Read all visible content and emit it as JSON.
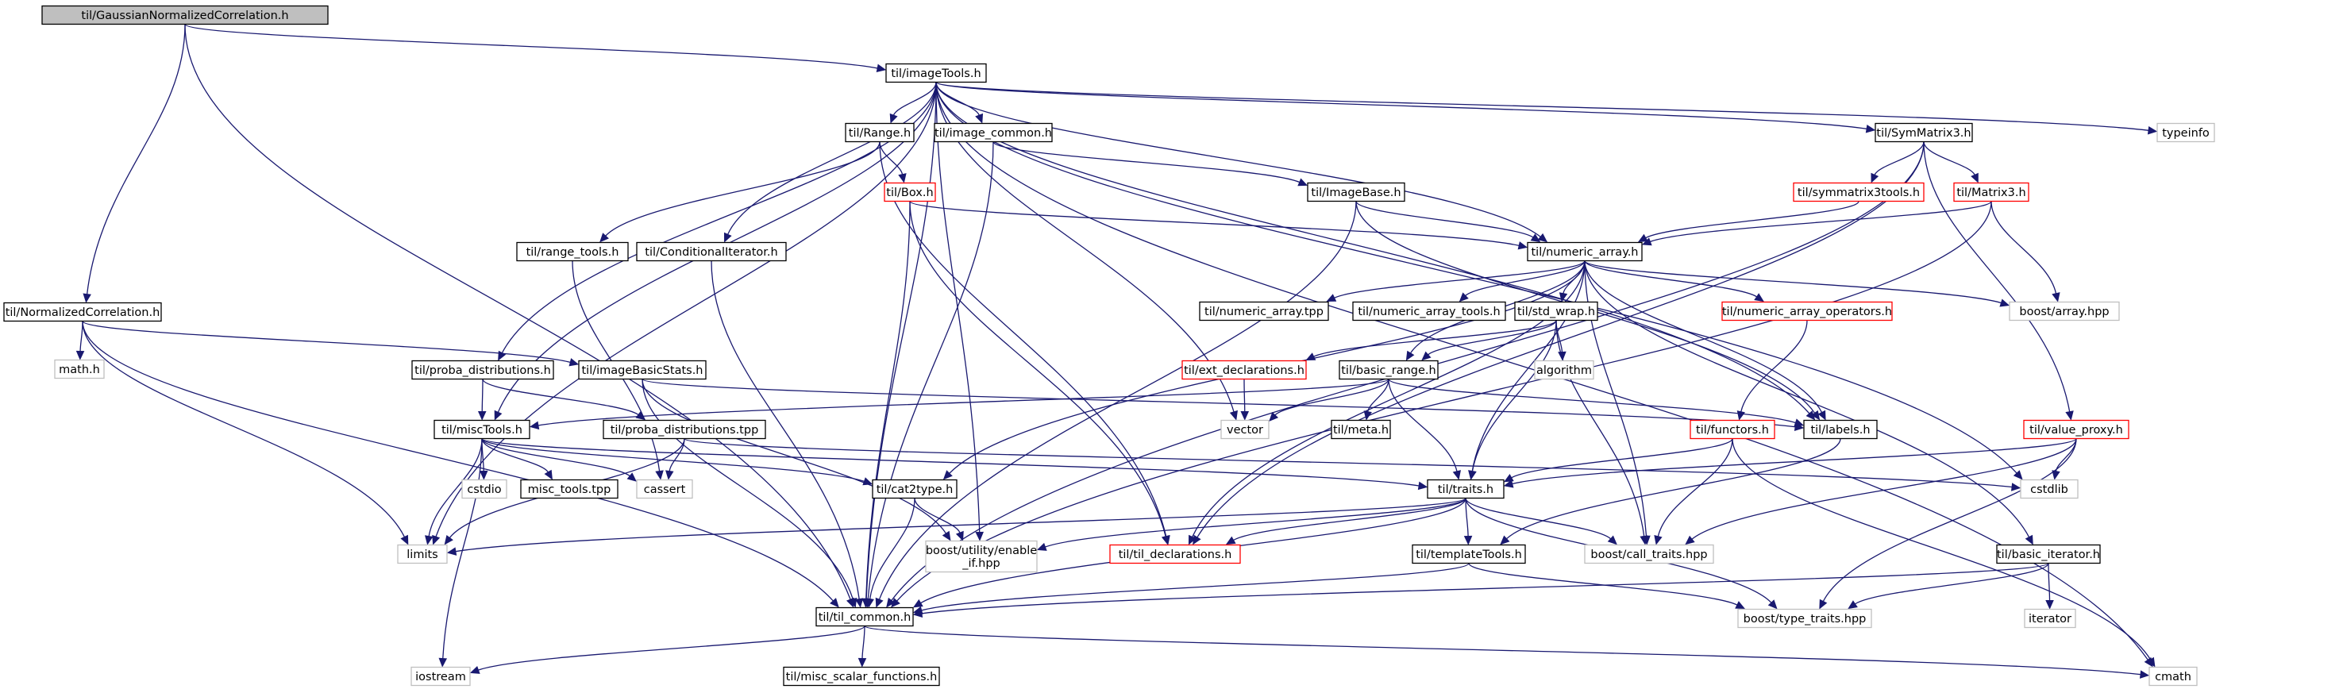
{
  "colors": {
    "edge": "#191970",
    "border_doc": "#000000",
    "border_undoc": "#ff0000",
    "border_external": "#bfbfbf",
    "fill_root": "#bfbfbf",
    "fill_node": "#ffffff",
    "text": "#000000"
  },
  "nodes": [
    {
      "id": "gnc",
      "label": "til/GaussianNormalizedCorrelation.h",
      "kind": "root"
    },
    {
      "id": "imagetools",
      "label": "til/imageTools.h",
      "kind": "doc"
    },
    {
      "id": "normcorr",
      "label": "til/NormalizedCorrelation.h",
      "kind": "doc"
    },
    {
      "id": "mathh",
      "label": "math.h",
      "kind": "ext"
    },
    {
      "id": "range",
      "label": "til/Range.h",
      "kind": "doc"
    },
    {
      "id": "imagecommon",
      "label": "til/image_common.h",
      "kind": "doc"
    },
    {
      "id": "symmatrix3",
      "label": "til/SymMatrix3.h",
      "kind": "doc"
    },
    {
      "id": "typeinfo",
      "label": "typeinfo",
      "kind": "ext"
    },
    {
      "id": "box",
      "label": "til/Box.h",
      "kind": "undoc"
    },
    {
      "id": "imagebase",
      "label": "til/ImageBase.h",
      "kind": "doc"
    },
    {
      "id": "symtools",
      "label": "til/symmatrix3tools.h",
      "kind": "undoc"
    },
    {
      "id": "matrix3",
      "label": "til/Matrix3.h",
      "kind": "undoc"
    },
    {
      "id": "rangetools",
      "label": "til/range_tools.h",
      "kind": "doc"
    },
    {
      "id": "conditer",
      "label": "til/ConditionalIterator.h",
      "kind": "doc"
    },
    {
      "id": "numarray",
      "label": "til/numeric_array.h",
      "kind": "doc"
    },
    {
      "id": "numtpp",
      "label": "til/numeric_array.tpp",
      "kind": "doc"
    },
    {
      "id": "numtools",
      "label": "til/numeric_array_tools.h",
      "kind": "doc"
    },
    {
      "id": "stdwrap",
      "label": "til/std_wrap.h",
      "kind": "doc"
    },
    {
      "id": "numops",
      "label": "til/numeric_array_operators.h",
      "kind": "undoc"
    },
    {
      "id": "boostarray",
      "label": "boost/array.hpp",
      "kind": "ext"
    },
    {
      "id": "probadist",
      "label": "til/proba_distributions.h",
      "kind": "doc"
    },
    {
      "id": "imagebasic",
      "label": "til/imageBasicStats.h",
      "kind": "doc"
    },
    {
      "id": "extdecl",
      "label": "til/ext_declarations.h",
      "kind": "undoc"
    },
    {
      "id": "basicrange",
      "label": "til/basic_range.h",
      "kind": "doc"
    },
    {
      "id": "algorithm",
      "label": "algorithm",
      "kind": "ext"
    },
    {
      "id": "misctools",
      "label": "til/miscTools.h",
      "kind": "doc"
    },
    {
      "id": "probatpp",
      "label": "til/proba_distributions.tpp",
      "kind": "doc"
    },
    {
      "id": "vector",
      "label": "vector",
      "kind": "ext"
    },
    {
      "id": "meta",
      "label": "til/meta.h",
      "kind": "doc"
    },
    {
      "id": "functors",
      "label": "til/functors.h",
      "kind": "undoc"
    },
    {
      "id": "labels",
      "label": "til/labels.h",
      "kind": "doc"
    },
    {
      "id": "valueproxy",
      "label": "til/value_proxy.h",
      "kind": "undoc"
    },
    {
      "id": "cstdio",
      "label": "cstdio",
      "kind": "ext"
    },
    {
      "id": "misctpp",
      "label": "misc_tools.tpp",
      "kind": "doc"
    },
    {
      "id": "cassert",
      "label": "cassert",
      "kind": "ext"
    },
    {
      "id": "cat2type",
      "label": "til/cat2type.h",
      "kind": "doc"
    },
    {
      "id": "traits",
      "label": "til/traits.h",
      "kind": "doc"
    },
    {
      "id": "cstdlib",
      "label": "cstdlib",
      "kind": "ext"
    },
    {
      "id": "limits",
      "label": "limits",
      "kind": "ext"
    },
    {
      "id": "enableif",
      "label": "boost/utility/enable\n_if.hpp",
      "kind": "ext"
    },
    {
      "id": "tildecl",
      "label": "til/til_declarations.h",
      "kind": "undoc"
    },
    {
      "id": "templatetools",
      "label": "til/templateTools.h",
      "kind": "doc"
    },
    {
      "id": "calltraits",
      "label": "boost/call_traits.hpp",
      "kind": "ext"
    },
    {
      "id": "basiciter",
      "label": "til/basic_iterator.h",
      "kind": "doc"
    },
    {
      "id": "tilcommon",
      "label": "til/til_common.h",
      "kind": "doc"
    },
    {
      "id": "typetraits",
      "label": "boost/type_traits.hpp",
      "kind": "ext"
    },
    {
      "id": "iterator",
      "label": "iterator",
      "kind": "ext"
    },
    {
      "id": "iostream",
      "label": "iostream",
      "kind": "ext"
    },
    {
      "id": "miscscalar",
      "label": "til/misc_scalar_functions.h",
      "kind": "doc"
    },
    {
      "id": "cmath",
      "label": "cmath",
      "kind": "ext"
    }
  ],
  "edges": [
    [
      "gnc",
      "imagetools"
    ],
    [
      "gnc",
      "normcorr"
    ],
    [
      "gnc",
      "tilcommon"
    ],
    [
      "imagetools",
      "range"
    ],
    [
      "imagetools",
      "imagecommon"
    ],
    [
      "imagetools",
      "symmatrix3"
    ],
    [
      "imagetools",
      "typeinfo"
    ],
    [
      "imagetools",
      "conditer"
    ],
    [
      "imagetools",
      "numarray"
    ],
    [
      "imagetools",
      "probadist"
    ],
    [
      "imagetools",
      "misctools"
    ],
    [
      "imagetools",
      "limits"
    ],
    [
      "imagetools",
      "tilcommon"
    ],
    [
      "imagetools",
      "vector"
    ],
    [
      "imagetools",
      "enableif"
    ],
    [
      "imagetools",
      "labels"
    ],
    [
      "imagetools",
      "cstdlib"
    ],
    [
      "imagetools",
      "cmath"
    ],
    [
      "normcorr",
      "mathh"
    ],
    [
      "normcorr",
      "imagebasic"
    ],
    [
      "normcorr",
      "limits"
    ],
    [
      "normcorr",
      "tilcommon"
    ],
    [
      "range",
      "box"
    ],
    [
      "range",
      "rangetools"
    ],
    [
      "range",
      "tildecl"
    ],
    [
      "imagecommon",
      "imagebase"
    ],
    [
      "imagecommon",
      "tilcommon"
    ],
    [
      "symmatrix3",
      "symtools"
    ],
    [
      "symmatrix3",
      "matrix3"
    ],
    [
      "symmatrix3",
      "tildecl"
    ],
    [
      "symmatrix3",
      "tilcommon"
    ],
    [
      "symmatrix3",
      "valueproxy"
    ],
    [
      "box",
      "numarray"
    ],
    [
      "box",
      "tildecl"
    ],
    [
      "box",
      "tilcommon"
    ],
    [
      "imagebase",
      "numarray"
    ],
    [
      "imagebase",
      "labels"
    ],
    [
      "imagebase",
      "tilcommon"
    ],
    [
      "symtools",
      "numarray"
    ],
    [
      "matrix3",
      "numarray"
    ],
    [
      "matrix3",
      "boostarray"
    ],
    [
      "matrix3",
      "tilcommon"
    ],
    [
      "rangetools",
      "cassert"
    ],
    [
      "conditer",
      "tilcommon"
    ],
    [
      "numarray",
      "numtpp"
    ],
    [
      "numarray",
      "numtools"
    ],
    [
      "numarray",
      "stdwrap"
    ],
    [
      "numarray",
      "numops"
    ],
    [
      "numarray",
      "boostarray"
    ],
    [
      "numarray",
      "basicrange"
    ],
    [
      "numarray",
      "cat2type"
    ],
    [
      "numarray",
      "traits"
    ],
    [
      "numarray",
      "labels"
    ],
    [
      "numarray",
      "tildecl"
    ],
    [
      "numarray",
      "calltraits"
    ],
    [
      "numarray",
      "basiciter"
    ],
    [
      "stdwrap",
      "extdecl"
    ],
    [
      "stdwrap",
      "algorithm"
    ],
    [
      "stdwrap",
      "basicrange"
    ],
    [
      "stdwrap",
      "traits"
    ],
    [
      "stdwrap",
      "calltraits"
    ],
    [
      "numops",
      "functors"
    ],
    [
      "probadist",
      "misctools"
    ],
    [
      "probadist",
      "probatpp"
    ],
    [
      "imagebasic",
      "labels"
    ],
    [
      "imagebasic",
      "tilcommon"
    ],
    [
      "imagebasic",
      "enableif"
    ],
    [
      "extdecl",
      "vector"
    ],
    [
      "basicrange",
      "vector"
    ],
    [
      "basicrange",
      "meta"
    ],
    [
      "basicrange",
      "labels"
    ],
    [
      "basicrange",
      "traits"
    ],
    [
      "basicrange",
      "misctools"
    ],
    [
      "misctools",
      "cstdio"
    ],
    [
      "misctools",
      "misctpp"
    ],
    [
      "misctools",
      "cassert"
    ],
    [
      "misctools",
      "limits"
    ],
    [
      "misctools",
      "iostream"
    ],
    [
      "misctools",
      "cat2type"
    ],
    [
      "misctools",
      "traits"
    ],
    [
      "probatpp",
      "cassert"
    ],
    [
      "probatpp",
      "limits"
    ],
    [
      "probatpp",
      "cstdlib"
    ],
    [
      "functors",
      "traits"
    ],
    [
      "functors",
      "calltraits"
    ],
    [
      "functors",
      "cmath"
    ],
    [
      "labels",
      "templatetools"
    ],
    [
      "valueproxy",
      "traits"
    ],
    [
      "valueproxy",
      "cstdlib"
    ],
    [
      "valueproxy",
      "calltraits"
    ],
    [
      "valueproxy",
      "typetraits"
    ],
    [
      "cat2type",
      "enableif"
    ],
    [
      "cat2type",
      "tilcommon"
    ],
    [
      "traits",
      "limits"
    ],
    [
      "traits",
      "enableif"
    ],
    [
      "traits",
      "tildecl"
    ],
    [
      "traits",
      "templatetools"
    ],
    [
      "traits",
      "calltraits"
    ],
    [
      "traits",
      "tilcommon"
    ],
    [
      "traits",
      "typetraits"
    ],
    [
      "templatetools",
      "tilcommon"
    ],
    [
      "templatetools",
      "typetraits"
    ],
    [
      "basiciter",
      "tilcommon"
    ],
    [
      "basiciter",
      "typetraits"
    ],
    [
      "basiciter",
      "iterator"
    ],
    [
      "tilcommon",
      "iostream"
    ],
    [
      "tilcommon",
      "miscscalar"
    ],
    [
      "tilcommon",
      "cmath"
    ]
  ]
}
